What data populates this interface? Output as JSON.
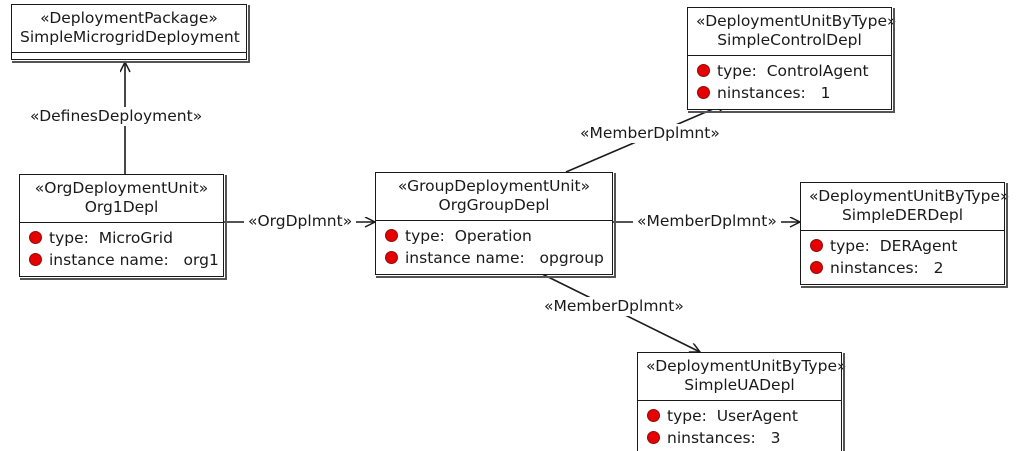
{
  "diagram": {
    "title": "SimpleMicrogridDeployment UML Deployment Diagram",
    "background": "#ffffff",
    "line_color": "#1a1a1a",
    "bullet_color": "#e60000"
  },
  "nodes": {
    "package": {
      "stereotype": "«DeploymentPackage»",
      "name": "SimpleMicrogridDeployment",
      "attributes": []
    },
    "org1": {
      "stereotype": "«OrgDeploymentUnit»",
      "name": "Org1Depl",
      "attributes": [
        {
          "label": "type:",
          "value": "MicroGrid",
          "text": "type:  MicroGrid"
        },
        {
          "label": "instance name:",
          "value": "org1",
          "text": "instance name:   org1"
        }
      ]
    },
    "orggroup": {
      "stereotype": "«GroupDeploymentUnit»",
      "name": "OrgGroupDepl",
      "attributes": [
        {
          "label": "type:",
          "value": "Operation",
          "text": "type:  Operation"
        },
        {
          "label": "instance name:",
          "value": "opgroup",
          "text": "instance name:   opgroup"
        }
      ]
    },
    "control": {
      "stereotype": "«DeploymentUnitByType»",
      "name": "SimpleControlDepl",
      "attributes": [
        {
          "label": "type:",
          "value": "ControlAgent",
          "text": "type:  ControlAgent"
        },
        {
          "label": "ninstances:",
          "value": "1",
          "text": "ninstances:   1"
        }
      ]
    },
    "der": {
      "stereotype": "«DeploymentUnitByType»",
      "name": "SimpleDERDepl",
      "attributes": [
        {
          "label": "type:",
          "value": "DERAgent",
          "text": "type:  DERAgent"
        },
        {
          "label": "ninstances:",
          "value": "2",
          "text": "ninstances:   2"
        }
      ]
    },
    "ua": {
      "stereotype": "«DeploymentUnitByType»",
      "name": "SimpleUADepl",
      "attributes": [
        {
          "label": "type:",
          "value": "UserAgent",
          "text": "type:  UserAgent"
        },
        {
          "label": "ninstances:",
          "value": "3",
          "text": "ninstances:   3"
        }
      ]
    }
  },
  "edges": {
    "defines_deployment": {
      "label": "«DefinesDeployment»",
      "from": "org1",
      "to": "package"
    },
    "org_dplmnt": {
      "label": "«OrgDplmnt»",
      "from": "org1",
      "to": "orggroup"
    },
    "member_control": {
      "label": "«MemberDplmnt»",
      "from": "orggroup",
      "to": "control"
    },
    "member_der": {
      "label": "«MemberDplmnt»",
      "from": "orggroup",
      "to": "der"
    },
    "member_ua": {
      "label": "«MemberDplmnt»",
      "from": "orggroup",
      "to": "ua"
    }
  }
}
